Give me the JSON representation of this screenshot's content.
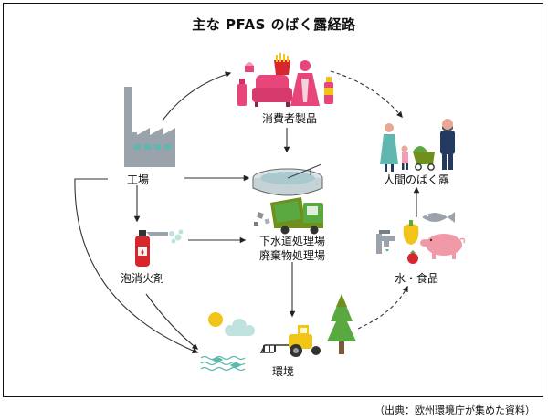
{
  "title": "主な PFAS のばく露経路",
  "nodes": {
    "factory": "工場",
    "consumer_products": "消費者製品",
    "human_exposure": "人間のばく露",
    "foam": "泡消火剤",
    "treatment_line1": "下水道処理場",
    "treatment_line2": "廃棄物処理場",
    "water_food": "水・食品",
    "environment": "環境"
  },
  "source": "（出典：欧州環境庁が集めた資料）",
  "colors": {
    "pink": "#e8457a",
    "red": "#d8262e",
    "green": "#5aa840",
    "olive": "#6f8f1f",
    "teal": "#5fb7b0",
    "gray": "#9aa3ab",
    "yellow": "#f0c419",
    "navy": "#24395f"
  }
}
